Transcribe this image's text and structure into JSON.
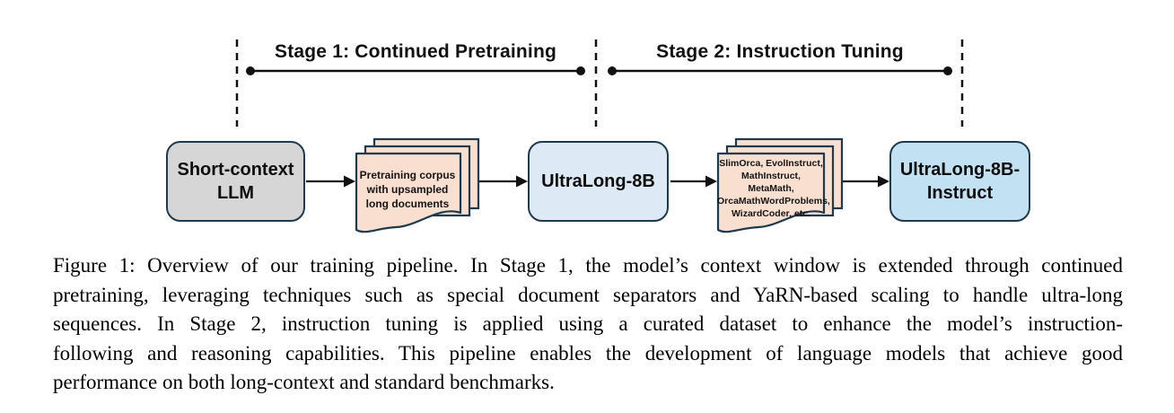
{
  "stages": {
    "stage1": {
      "label": "Stage 1: Continued Pretraining"
    },
    "stage2": {
      "label": "Stage 2: Instruction Tuning"
    }
  },
  "nodes": {
    "short_context_llm": {
      "label": "Short-context LLM"
    },
    "ultralong_8b": {
      "label": "UltraLong-8B"
    },
    "ultralong_8b_instruct": {
      "label": "UltraLong-8B-Instruct"
    }
  },
  "documents": {
    "pretraining_corpus": {
      "lines": [
        "Pretraining corpus",
        "with upsampled",
        "long documents"
      ]
    },
    "instruction_datasets": {
      "lines": [
        "SlimOrca, EvolInstruct,",
        "MathInstruct, MetaMath,",
        "OrcaMathWordProblems,",
        "WizardCoder, etc."
      ]
    }
  },
  "caption": {
    "lines": [
      "Figure 1: Overview of our training pipeline. In Stage 1, the model’s context window is extended through continued",
      "pretraining, leveraging techniques such as special document separators and YaRN-based scaling to handle ultra-long",
      "sequences.  In Stage 2, instruction tuning is applied using a curated dataset to enhance the model’s instruction-",
      "following and reasoning capabilities.  This pipeline enables the development of language models that achieve good",
      "performance on both long-context and standard benchmarks."
    ]
  },
  "colors": {
    "node_border": "#1e3a4c",
    "gray_node_fill": "#d6d6d6",
    "light_blue_node_fill": "#dde9f5",
    "blue_node_fill": "#c2e2f3",
    "document_fill": "#f8dfd0",
    "line_color": "#111111"
  }
}
